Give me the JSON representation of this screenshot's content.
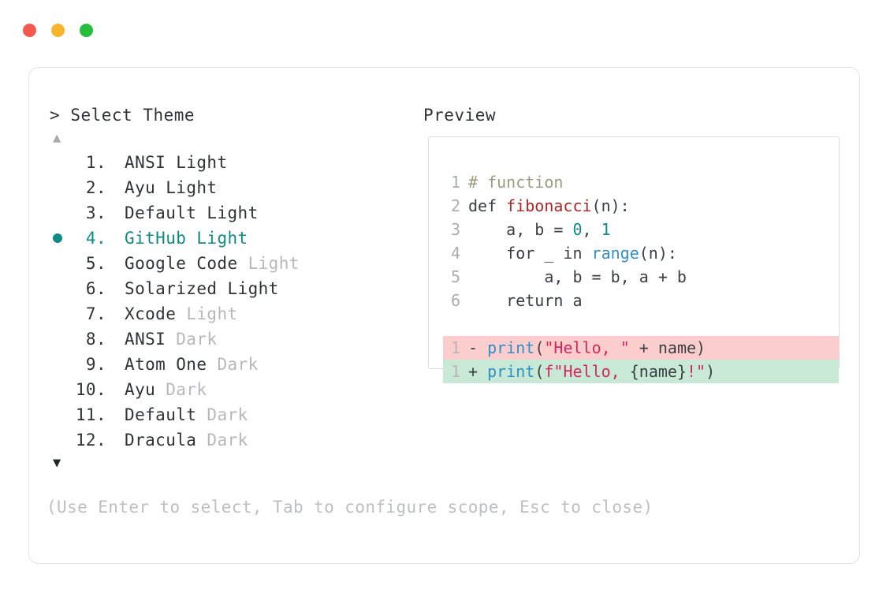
{
  "window": {
    "traffic_lights": [
      {
        "name": "close-dot",
        "color": "#F5584F"
      },
      {
        "name": "minimize-dot",
        "color": "#F6B52C"
      },
      {
        "name": "maximize-dot",
        "color": "#27BE3C"
      }
    ]
  },
  "prompt": {
    "marker": ">",
    "title": "Select Theme",
    "scroll_up_icon": "▲",
    "scroll_down_icon": "▼",
    "hint": "(Use Enter to select, Tab to configure scope, Esc to close)",
    "selected_index": 4,
    "selected_bullet_icon": "●",
    "accent_color": "#0E8B85",
    "muted_color": "#B6B8BB"
  },
  "themes": [
    {
      "num": "1.",
      "name": "ANSI",
      "suffix": "Light",
      "suffix_muted": false,
      "selected": false
    },
    {
      "num": "2.",
      "name": "Ayu",
      "suffix": "Light",
      "suffix_muted": false,
      "selected": false
    },
    {
      "num": "3.",
      "name": "Default",
      "suffix": "Light",
      "suffix_muted": false,
      "selected": false
    },
    {
      "num": "4.",
      "name": "GitHub",
      "suffix": "Light",
      "suffix_muted": false,
      "selected": true
    },
    {
      "num": "5.",
      "name": "Google Code",
      "suffix": "Light",
      "suffix_muted": true,
      "selected": false
    },
    {
      "num": "6.",
      "name": "Solarized",
      "suffix": "Light",
      "suffix_muted": false,
      "selected": false
    },
    {
      "num": "7.",
      "name": "Xcode",
      "suffix": "Light",
      "suffix_muted": true,
      "selected": false
    },
    {
      "num": "8.",
      "name": "ANSI",
      "suffix": "Dark",
      "suffix_muted": true,
      "selected": false
    },
    {
      "num": "9.",
      "name": "Atom One",
      "suffix": "Dark",
      "suffix_muted": true,
      "selected": false
    },
    {
      "num": "10.",
      "name": "Ayu",
      "suffix": "Dark",
      "suffix_muted": true,
      "selected": false
    },
    {
      "num": "11.",
      "name": "Default",
      "suffix": "Dark",
      "suffix_muted": true,
      "selected": false
    },
    {
      "num": "12.",
      "name": "Dracula",
      "suffix": "Dark",
      "suffix_muted": true,
      "selected": false
    }
  ],
  "preview": {
    "title": "Preview",
    "code_lines": [
      {
        "ln": "1",
        "tokens": [
          {
            "t": "# function",
            "c": "comment"
          }
        ]
      },
      {
        "ln": "2",
        "tokens": [
          {
            "t": "def ",
            "c": "plain"
          },
          {
            "t": "fibonacci",
            "c": "func"
          },
          {
            "t": "(n):",
            "c": "plain"
          }
        ]
      },
      {
        "ln": "3",
        "tokens": [
          {
            "t": "    a, b = ",
            "c": "plain"
          },
          {
            "t": "0",
            "c": "num"
          },
          {
            "t": ", ",
            "c": "plain"
          },
          {
            "t": "1",
            "c": "num"
          }
        ]
      },
      {
        "ln": "4",
        "tokens": [
          {
            "t": "    for _ in ",
            "c": "plain"
          },
          {
            "t": "range",
            "c": "builtin"
          },
          {
            "t": "(n):",
            "c": "plain"
          }
        ]
      },
      {
        "ln": "5",
        "tokens": [
          {
            "t": "        a, b = b, a + b",
            "c": "plain"
          }
        ]
      },
      {
        "ln": "6",
        "tokens": [
          {
            "t": "    return a",
            "c": "plain"
          }
        ]
      }
    ],
    "diff_lines": [
      {
        "ln": "1",
        "kind": "del",
        "bg": "#FBCDCD",
        "tokens": [
          {
            "t": "- ",
            "c": "marker"
          },
          {
            "t": "print",
            "c": "builtin"
          },
          {
            "t": "(",
            "c": "plain"
          },
          {
            "t": "\"Hello, \"",
            "c": "str"
          },
          {
            "t": " + name)",
            "c": "plain"
          }
        ]
      },
      {
        "ln": "1",
        "kind": "add",
        "bg": "#C9E9D7",
        "tokens": [
          {
            "t": "+ ",
            "c": "marker"
          },
          {
            "t": "print",
            "c": "builtin"
          },
          {
            "t": "(",
            "c": "plain"
          },
          {
            "t": "f\"Hello, ",
            "c": "str"
          },
          {
            "t": "{name}",
            "c": "plain"
          },
          {
            "t": "!\"",
            "c": "str"
          },
          {
            "t": ")",
            "c": "plain"
          }
        ]
      }
    ]
  }
}
